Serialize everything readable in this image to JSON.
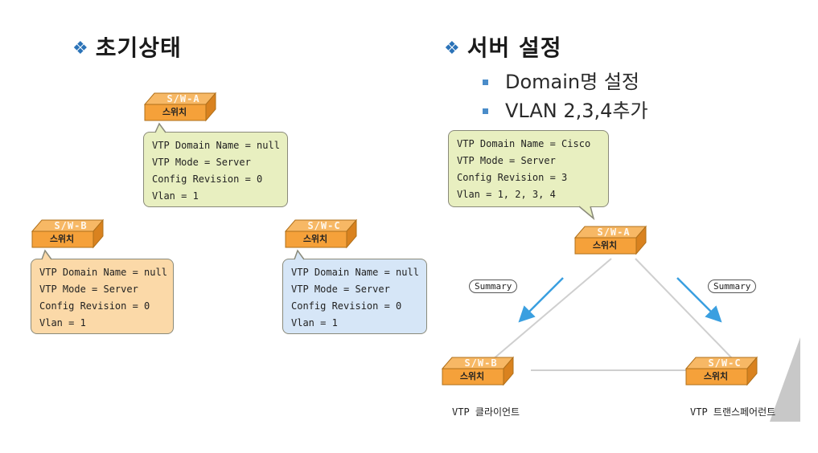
{
  "left": {
    "heading": "초기상태",
    "switch_a": {
      "name": "S/W-A",
      "label": "스위치"
    },
    "switch_b": {
      "name": "S/W-B",
      "label": "스위치"
    },
    "switch_c": {
      "name": "S/W-C",
      "label": "스위치"
    },
    "bubble_a": [
      "VTP Domain Name = null",
      "VTP Mode = Server",
      "Config Revision = 0",
      "Vlan = 1"
    ],
    "bubble_b": [
      "VTP Domain Name = null",
      "VTP Mode = Server",
      "Config Revision = 0",
      "Vlan = 1"
    ],
    "bubble_c": [
      "VTP Domain Name = null",
      "VTP Mode = Server",
      "Config Revision = 0",
      "Vlan = 1"
    ]
  },
  "right": {
    "heading": "서버 설정",
    "bullets": [
      "Domain명 설정",
      "VLAN 2,3,4추가"
    ],
    "bubble_a": [
      "VTP Domain Name = Cisco",
      "VTP Mode = Server",
      "Config Revision = 3",
      "Vlan = 1, 2, 3, 4"
    ],
    "switch_a": {
      "name": "S/W-A",
      "label": "스위치"
    },
    "switch_b": {
      "name": "S/W-B",
      "label": "스위치"
    },
    "switch_c": {
      "name": "S/W-C",
      "label": "스위치"
    },
    "summary_left": "Summary",
    "summary_right": "Summary",
    "caption_b": "VTP 클라이언트",
    "caption_c": "VTP 트랜스페어런트"
  },
  "colors": {
    "switch_front": "#f5a13a",
    "switch_top": "#f7b865",
    "switch_side": "#d9821f",
    "arrow": "#3a9fe0",
    "diamond": "#2b73b8"
  }
}
